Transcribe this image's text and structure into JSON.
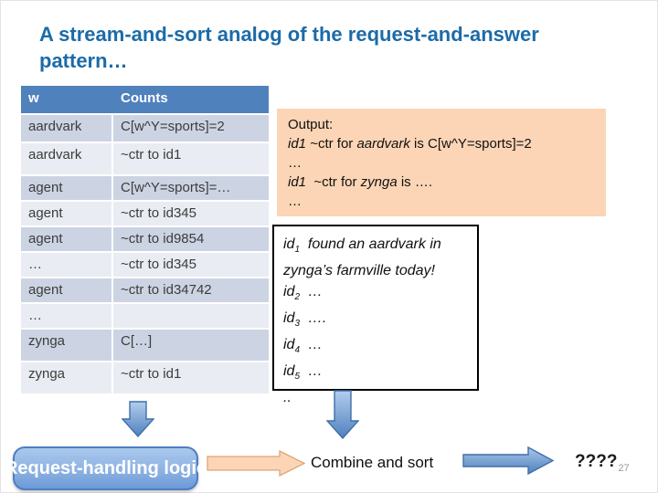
{
  "slide": {
    "title": "A stream-and-sort analog of the request-and-answer pattern…",
    "page_number": "27",
    "questions_label": "????"
  },
  "table": {
    "headers": [
      "w",
      "Counts"
    ],
    "rows": [
      {
        "w": "aardvark",
        "counts": "C[w^Y=sports]=2"
      },
      {
        "w": "aardvark",
        "counts": "~ctr to id1"
      },
      {
        "w": "agent",
        "counts": "C[w^Y=sports]=…"
      },
      {
        "w": "agent",
        "counts": "~ctr to id345"
      },
      {
        "w": "agent",
        "counts": "~ctr to id9854"
      },
      {
        "w": "…",
        "counts": "~ctr to id345"
      },
      {
        "w": "agent",
        "counts": "~ctr to id34742"
      },
      {
        "w": "…",
        "counts": ""
      },
      {
        "w": "zynga",
        "counts": "C[…]"
      },
      {
        "w": "zynga",
        "counts": "~ctr to id1"
      }
    ]
  },
  "output_box": {
    "lines": [
      [
        {
          "t": "Output:"
        }
      ],
      [
        {
          "t": "id1",
          "i": true
        },
        {
          "t": " ~ctr for "
        },
        {
          "t": "aardvark",
          "i": true
        },
        {
          "t": " is C[w^Y=sports]=2"
        }
      ],
      [
        {
          "t": "…"
        }
      ],
      [
        {
          "t": "id1",
          "i": true
        },
        {
          "t": "  ~ctr for "
        },
        {
          "t": "zynga",
          "i": true
        },
        {
          "t": " is …."
        }
      ],
      [
        {
          "t": "…"
        }
      ]
    ]
  },
  "id_box": {
    "lines": [
      [
        {
          "t": "id",
          "i": true
        },
        {
          "t": "1",
          "i": true,
          "sub": true
        },
        {
          "t": "  found an aardvark in zynga’s farmville today!",
          "i": true
        }
      ],
      [
        {
          "t": "id",
          "i": true
        },
        {
          "t": "2",
          "i": true,
          "sub": true
        },
        {
          "t": "  …",
          "i": true
        }
      ],
      [
        {
          "t": "id",
          "i": true
        },
        {
          "t": "3",
          "i": true,
          "sub": true
        },
        {
          "t": "  ….",
          "i": true
        }
      ],
      [
        {
          "t": "id",
          "i": true
        },
        {
          "t": "4",
          "i": true,
          "sub": true
        },
        {
          "t": "  …",
          "i": true
        }
      ],
      [
        {
          "t": "id",
          "i": true
        },
        {
          "t": "5",
          "i": true,
          "sub": true
        },
        {
          "t": "  …",
          "i": true
        }
      ],
      [
        {
          "t": "..",
          "i": true
        }
      ]
    ]
  },
  "labels": {
    "request_logic": "Request-handling logic",
    "combine_sort": "Combine and sort"
  },
  "colors": {
    "title": "#1c6ba8",
    "table_header_bg": "#4f81bd",
    "table_band_dark": "#ccd4e3",
    "table_band_light": "#e9ecf2",
    "output_box_bg": "#fbd5b5",
    "arrow_blue": "#5585c5",
    "arrow_peach": "#fbd5b5"
  }
}
